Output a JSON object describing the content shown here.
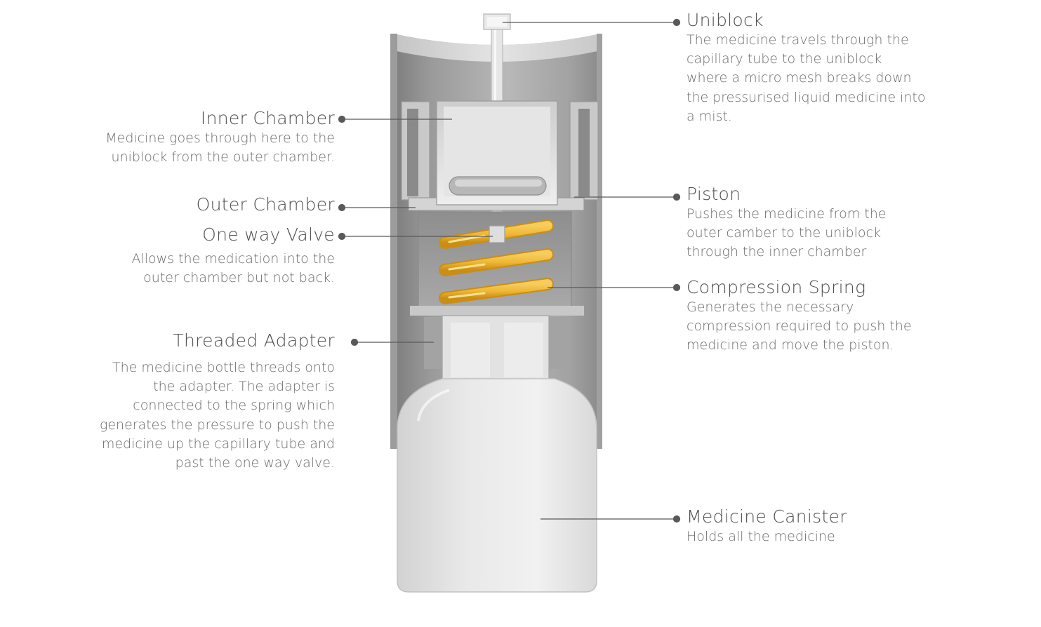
{
  "colors": {
    "housing": "#8c8c8c",
    "housing_light": "#b5b5b5",
    "part": "#dcdcdc",
    "part_shadow": "#a8a8a8",
    "spring": "#f0b733",
    "leader": "#58595b",
    "text": "#58595b"
  },
  "labels": {
    "uniblock": {
      "title": "Uniblock",
      "lines": [
        "The medicine travels through the",
        "capillary tube to the uniblock",
        "where a micro mesh breaks down",
        "the pressurised liquid medicine into",
        "a mist."
      ]
    },
    "inner_chamber": {
      "title": "Inner Chamber",
      "lines": [
        "Medicine goes through here to the",
        "uniblock from the outer chamber."
      ]
    },
    "piston": {
      "title": "Piston",
      "lines": [
        "Pushes the medicine from the",
        "outer camber to the uniblock",
        "through the inner chamber"
      ]
    },
    "outer_chamber": {
      "title": "Outer Chamber",
      "lines": []
    },
    "one_way_valve": {
      "title": "One way Valve",
      "lines": [
        "Allows the medication into the",
        "outer chamber but not back."
      ]
    },
    "compression_spring": {
      "title": "Compression Spring",
      "lines": [
        "Generates the necessary",
        "compression required to push the",
        "medicine and move the piston."
      ]
    },
    "threaded_adapter": {
      "title": "Threaded Adapter",
      "lines": [
        "The medicine bottle threads onto",
        "the adapter. The adapter is",
        "connected to the spring which",
        "generates the pressure to push the",
        "medicine up the capillary tube and",
        "past the one way valve."
      ]
    },
    "medicine_canister": {
      "title": "Medicine Canister",
      "lines": [
        "Holds all the medicine"
      ]
    }
  }
}
